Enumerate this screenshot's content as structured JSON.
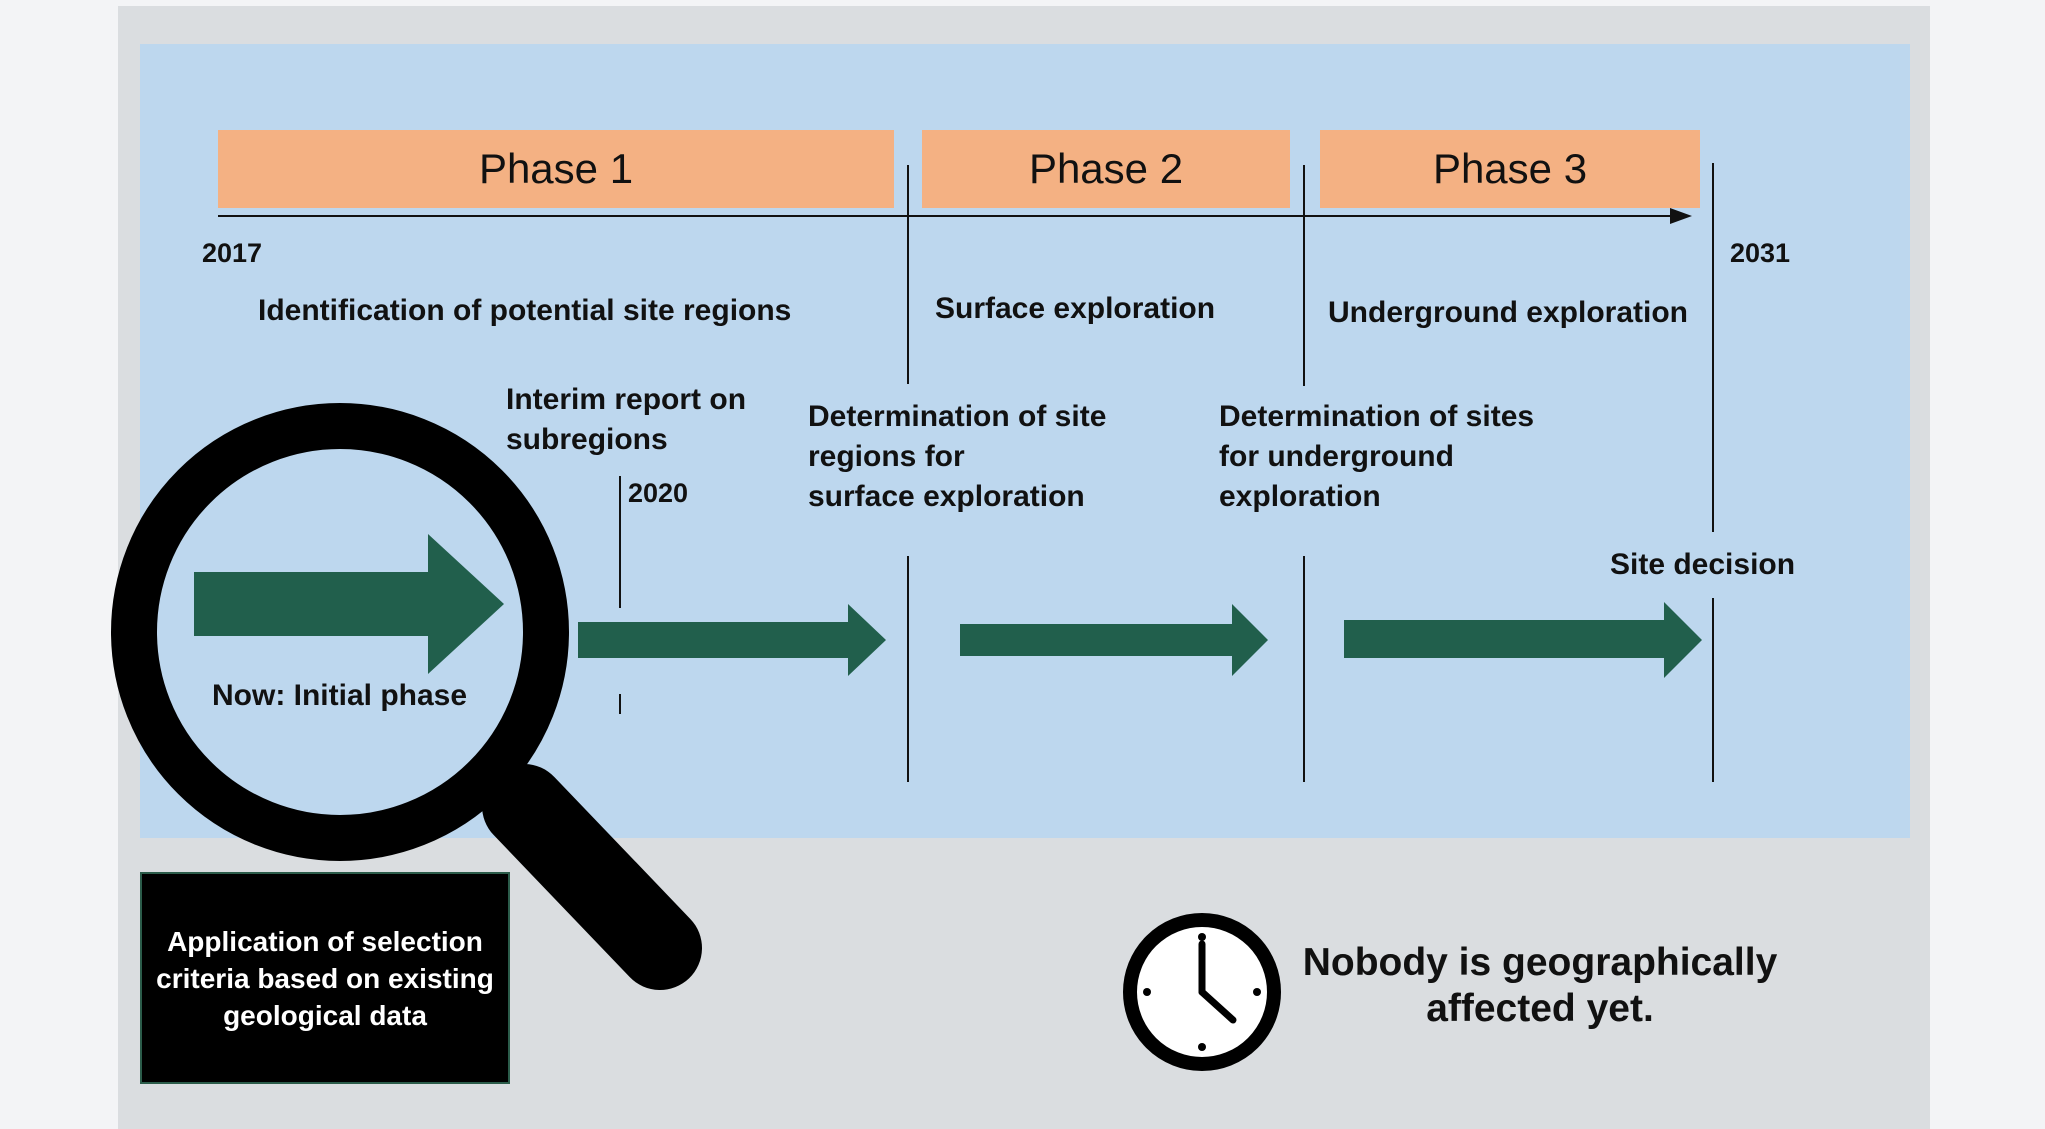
{
  "phases": [
    {
      "label": "Phase 1"
    },
    {
      "label": "Phase 2"
    },
    {
      "label": "Phase 3"
    }
  ],
  "years": {
    "start": "2017",
    "interim": "2020",
    "end": "2031"
  },
  "phase_descriptions": [
    "Identification of potential site regions",
    "Surface exploration",
    "Underground exploration"
  ],
  "milestones": {
    "interim_report": {
      "line1": "Interim report on",
      "line2": "subregions"
    },
    "site_regions": {
      "line1": "Determination of site",
      "line2": "regions for",
      "line3": "surface exploration"
    },
    "sites_underground": {
      "line1": "Determination of sites",
      "line2": "for underground",
      "line3": "exploration"
    },
    "site_decision": "Site decision"
  },
  "current": "Now: Initial phase",
  "selection_box": {
    "line1": "Application of selection",
    "line2": "criteria based on existing",
    "line3": "geological data"
  },
  "affected_note": {
    "line1": "Nobody is geographically",
    "line2": "affected yet."
  },
  "icons": [
    "magnifying-glass-icon",
    "clock-icon",
    "arrow-right-icon"
  ],
  "colors": {
    "panel": "#bdd7ee",
    "phase_box": "#f4b183",
    "arrow": "#215f4c",
    "frame": "#dadde0",
    "box": "#000000"
  }
}
